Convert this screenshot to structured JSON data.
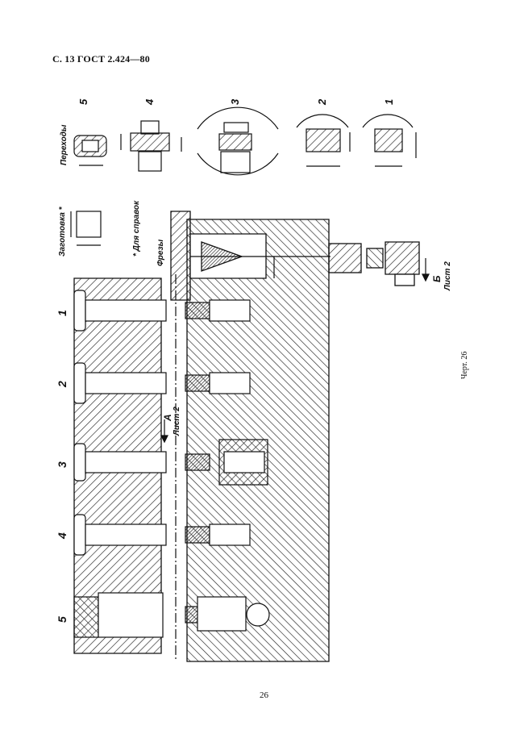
{
  "header": "С. 13 ГОСТ 2.424—80",
  "page_number": "26",
  "figure_caption": "Черт. 26",
  "drawing": {
    "stage_numbers": [
      "1",
      "2",
      "3",
      "4",
      "5"
    ],
    "transition_numbers": [
      "5",
      "4",
      "3",
      "2",
      "1"
    ],
    "labels": {
      "transitions": "Переходы",
      "blank": "Заготовка *",
      "note": "* Для справок",
      "die": "Фрезы",
      "view_a": "A",
      "sheet_a": "Лист 2",
      "view_b": "Б",
      "sheet_b": "Лист 2"
    }
  }
}
